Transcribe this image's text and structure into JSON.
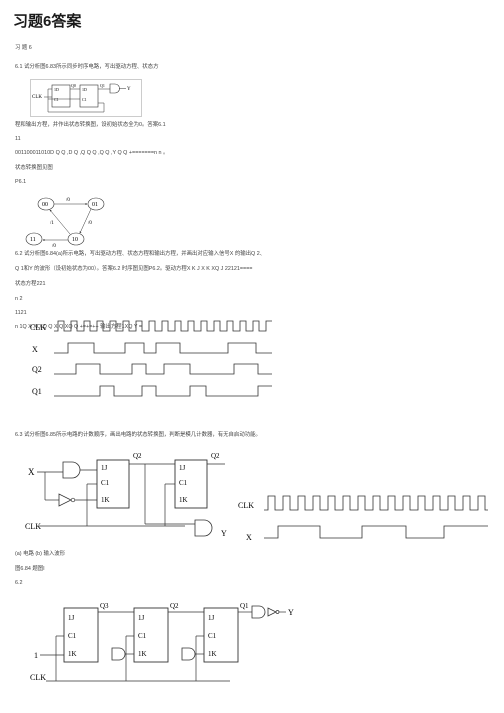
{
  "title": "习题6答案",
  "lines": {
    "l1": "习 题 6",
    "l2": "6.1 试分析图6.83所示同步时序电路，写出驱动方程、状态方",
    "l3": "程和输出方程，并作出状态转换图，设初始状态全为0。答案6.1",
    "l4": "11",
    "l5": "001100011010D Q Q ,D Q ,Q Q Q ,Q Q ,Y Q Q +=======n n 。",
    "l6": "状态转换图见图",
    "l7": "P6.1",
    "l8": "6.2 试分析图6.84(a)所示电路，写出驱动方程、状态方程和输出方程，并画出对应输入信号X 的输出Q 2、",
    "l9": "Q 1和Y 的波形（设初始状态为00）。答案6.2 时序图见图P6.2。驱动方程X K J X K XQ J 22121====",
    "l10": "状态方程221",
    "l11": "n 2",
    "l12": "1121",
    "l13": "n 1Q X XQ Q Q X Q XQ Q +=+=++ 输出方程1XQ Y =",
    "l14": "6.3 试分析图6.85所示电路的计数顺序，画出电路的状态转换图，判断是模几计数器，有无自启动功能。",
    "l15": "(a) 电路 (b) 输入波形",
    "l16": "图6.84 题图I",
    "l17": "6.2"
  },
  "fig1": {
    "clk_label": "CLK",
    "q1": "Q1",
    "q0": "Q0",
    "out": "Y",
    "ff1_d": "1D",
    "ff1_c": "C1",
    "ff2_d": "1D",
    "ff2_c": "C1"
  },
  "fig2": {
    "states": [
      "00",
      "01",
      "11",
      "10"
    ],
    "edge_labels": [
      "/0",
      "/0",
      "/1",
      "/0"
    ]
  },
  "timing1": {
    "labels": [
      "CLK",
      "X",
      "Q2",
      "Q1"
    ]
  },
  "circuit84": {
    "x": "X",
    "clk": "CLK",
    "y": "Y",
    "q2": "Q2",
    "q2b": "Q2",
    "j": "1J",
    "c": "C1",
    "k": "1K"
  },
  "waves84": {
    "clk": "CLK",
    "x": "X"
  },
  "circuit85": {
    "one": "1",
    "clk": "CLK",
    "y": "Y",
    "q1": "Q1",
    "q2": "Q2",
    "q3": "Q3",
    "j": "1J",
    "c": "C1",
    "k": "1K"
  }
}
